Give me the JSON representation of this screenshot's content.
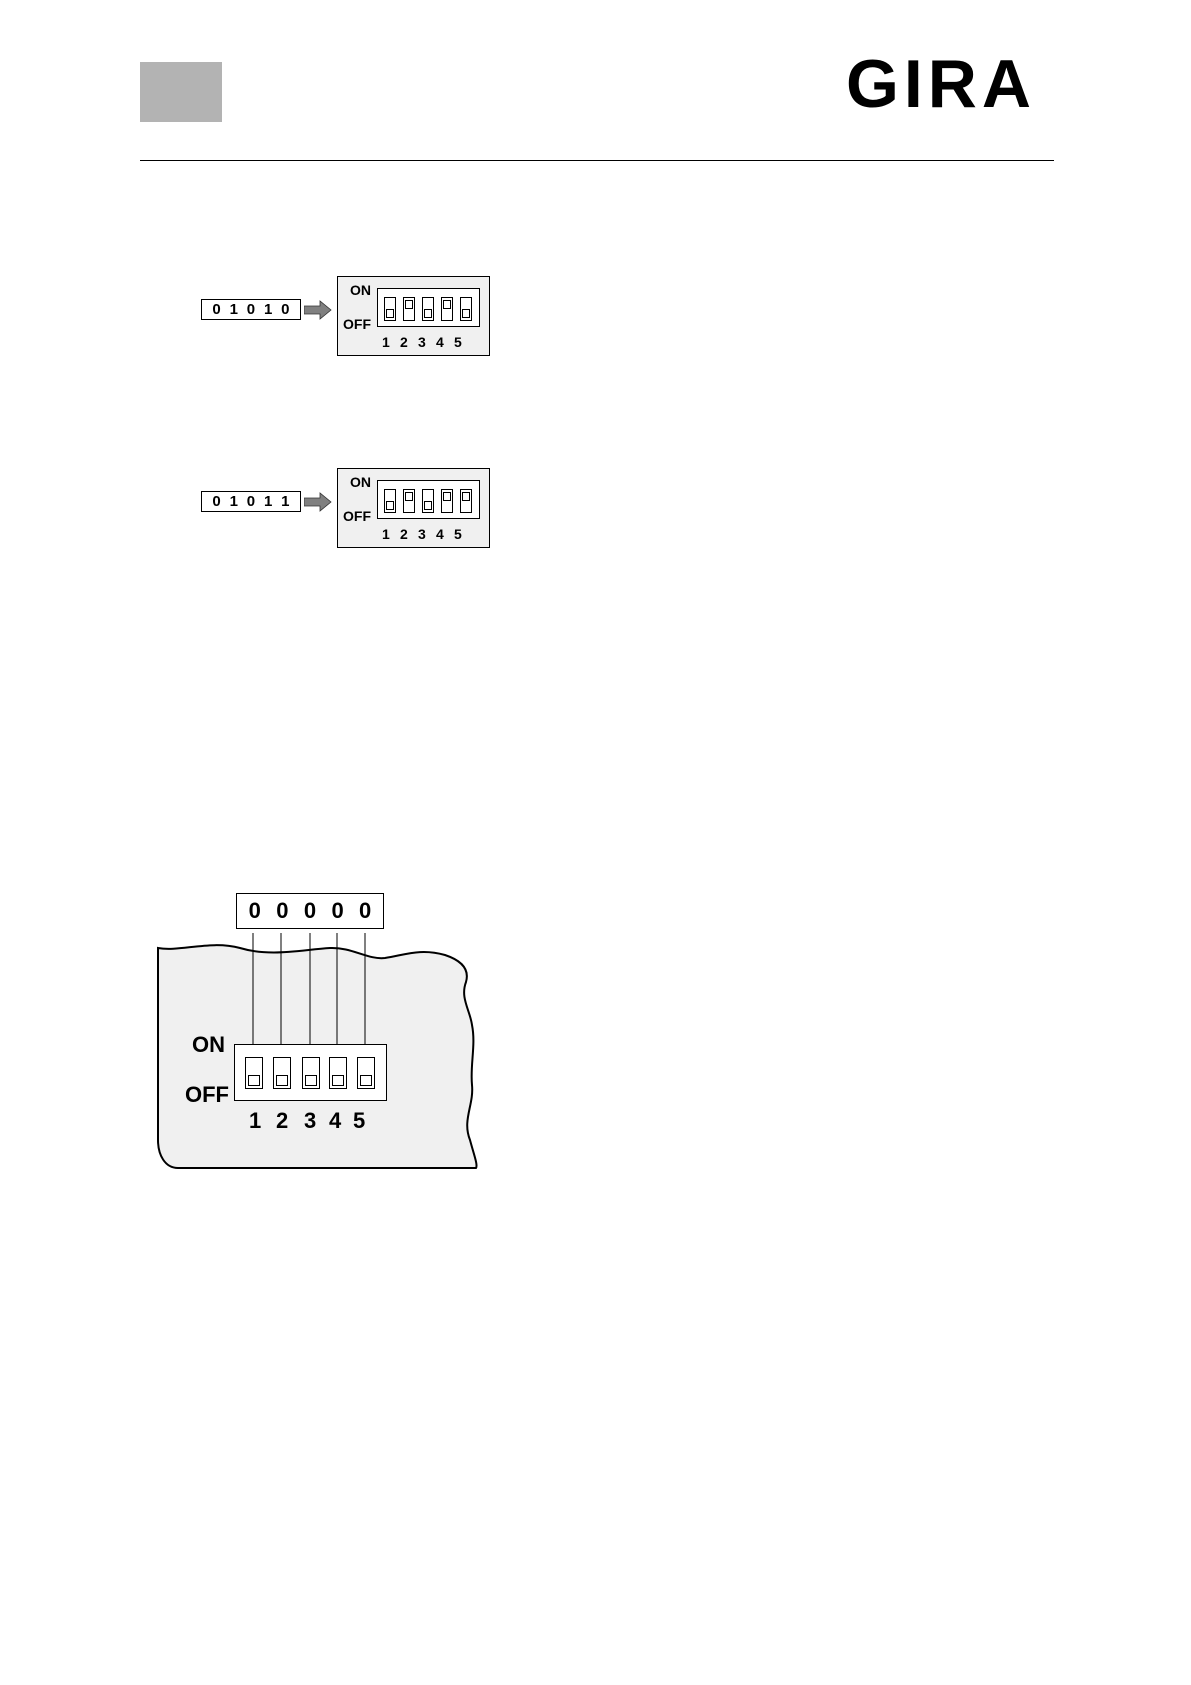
{
  "header": {
    "logo_text": "GIRA",
    "accent_color": "#b3b3b3"
  },
  "panels": [
    {
      "code": [
        "0",
        "1",
        "0",
        "1",
        "0"
      ],
      "on_label": "ON",
      "off_label": "OFF",
      "switch_numbers": [
        "1",
        "2",
        "3",
        "4",
        "5"
      ],
      "switch_states": [
        "off",
        "on",
        "off",
        "on",
        "off"
      ]
    },
    {
      "code": [
        "0",
        "1",
        "0",
        "1",
        "1"
      ],
      "on_label": "ON",
      "off_label": "OFF",
      "switch_numbers": [
        "1",
        "2",
        "3",
        "4",
        "5"
      ],
      "switch_states": [
        "off",
        "on",
        "off",
        "on",
        "on"
      ]
    }
  ],
  "large_panel": {
    "code": [
      "0",
      "0",
      "0",
      "0",
      "0"
    ],
    "on_label": "ON",
    "off_label": "OFF",
    "switch_numbers": [
      "1",
      "2",
      "3",
      "4",
      "5"
    ],
    "switch_states": [
      "off",
      "off",
      "off",
      "off",
      "off"
    ]
  }
}
